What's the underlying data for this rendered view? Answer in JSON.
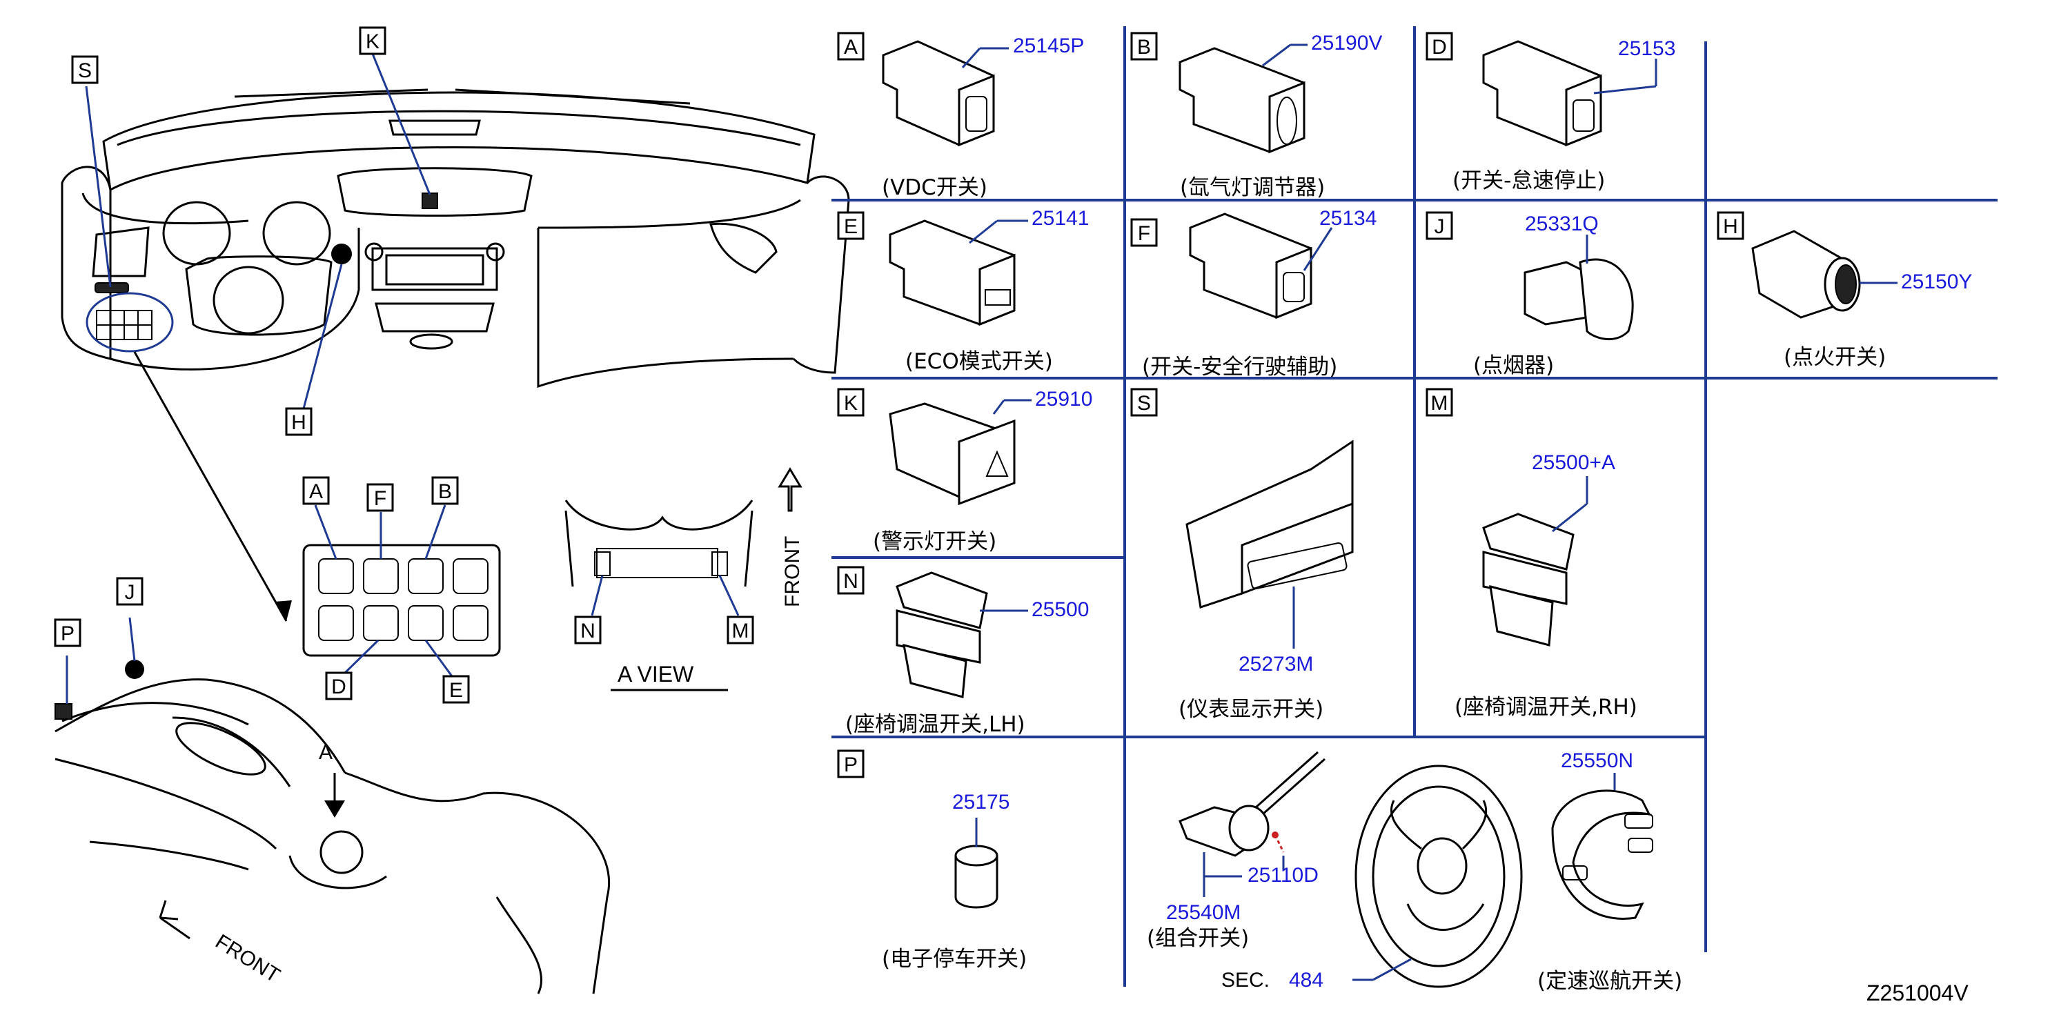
{
  "overview": {
    "labels": {
      "S": "S",
      "K": "K",
      "H": "H",
      "J": "J",
      "P": "P",
      "A": "A",
      "F": "F",
      "B": "B",
      "D": "D",
      "E": "E",
      "N": "N",
      "M": "M"
    },
    "a_arrow": "A",
    "front_bottom": "FRONT",
    "front_side": "FRONT",
    "view_title": "A   VIEW"
  },
  "panels": [
    {
      "letter": "A",
      "part": "25145P",
      "caption": "(VDC开关)"
    },
    {
      "letter": "B",
      "part": "25190V",
      "caption": "(氙气灯调节器)"
    },
    {
      "letter": "D",
      "part": "25153",
      "caption": "(开关-怠速停止)"
    },
    {
      "letter": "E",
      "part": "25141",
      "caption": "(ECO模式开关)"
    },
    {
      "letter": "F",
      "part": "25134",
      "caption": "(开关-安全行驶辅助)"
    },
    {
      "letter": "J",
      "part": "25331Q",
      "caption": "(点烟器)"
    },
    {
      "letter": "H",
      "part": "25150Y",
      "caption": "(点火开关)"
    },
    {
      "letter": "K",
      "part": "25910",
      "caption": "(警示灯开关)"
    },
    {
      "letter": "S",
      "part": "25273M",
      "caption": "(仪表显示开关)"
    },
    {
      "letter": "M",
      "part": "25500+A",
      "caption": "(座椅调温开关,RH)"
    },
    {
      "letter": "N",
      "part": "25500",
      "caption": "(座椅调温开关,LH)"
    },
    {
      "letter": "P",
      "part": "25175",
      "caption": "(电子停车开关)"
    }
  ],
  "combo": {
    "part1": "25540M",
    "part2": "25110D",
    "caption": "(组合开关)"
  },
  "sec": {
    "label": "SEC.",
    "num": "484"
  },
  "cruise": {
    "part": "25550N",
    "caption": "(定速巡航开关)"
  },
  "diagram_id": "Z251004V"
}
